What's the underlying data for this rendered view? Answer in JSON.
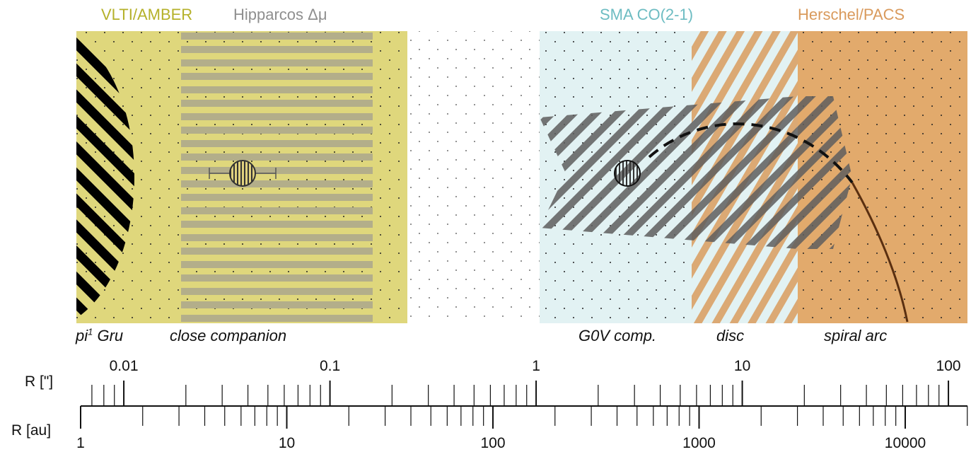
{
  "titles": {
    "vlti": "VLTI/AMBER",
    "hipparcos": "Hipparcos Δμ",
    "sma": "SMA CO(2-1)",
    "herschel": "Herschel/PACS"
  },
  "features": {
    "pi_gru_base": "pi",
    "pi_gru_sup": "1",
    "pi_gru_rest": " Gru",
    "close_companion": "close companion",
    "g0v": "G0V comp.",
    "disc": "disc",
    "spiral": "spiral arc"
  },
  "scale": {
    "arcsec_label": "R [\"]",
    "au_label": "R [au]",
    "arcsec_ticks": [
      "0.01",
      "0.1",
      "1",
      "10",
      "100"
    ],
    "au_ticks": [
      "1",
      "10",
      "100",
      "1000",
      "10000"
    ]
  },
  "colors": {
    "vlti": "#b5b12a",
    "hipparcos": "#8f8f8f",
    "sma": "#6dbcc2",
    "herschel": "#d99a5c",
    "yellow_fill": "#dfd77c",
    "cyan_fill": "#e2f2f3",
    "orange_fill": "#e2aa6c",
    "stripe_gray": "#b3ae8a"
  }
}
